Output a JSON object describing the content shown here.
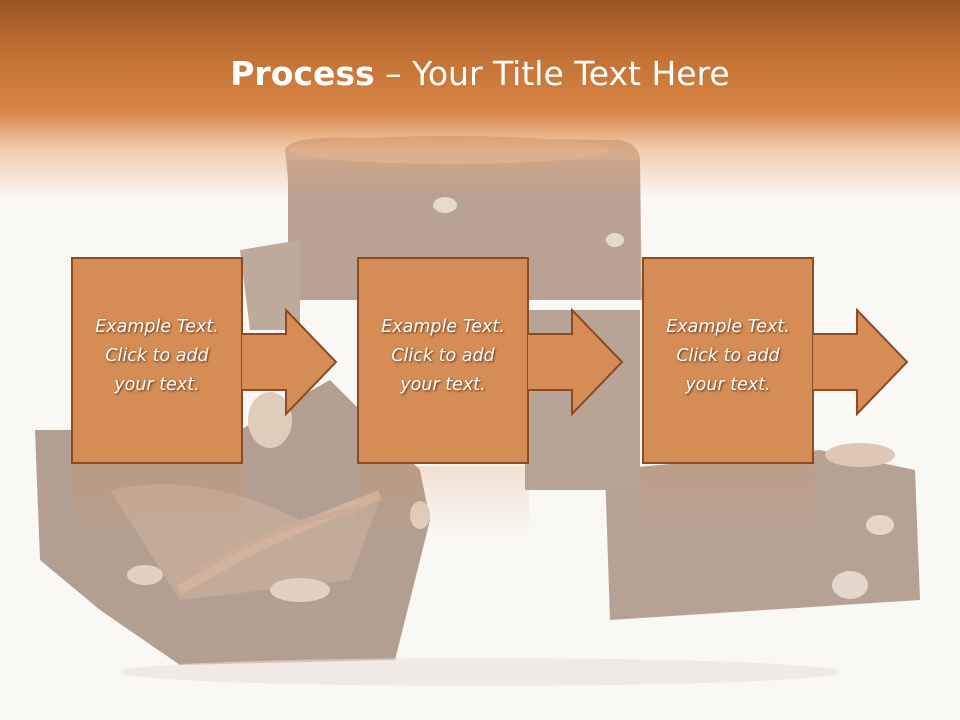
{
  "slide": {
    "title_bold": "Process",
    "title_rest": " – Your Title Text Here"
  },
  "steps": [
    {
      "line1": "Example Text.",
      "line2": "Click  to add",
      "line3": "your text."
    },
    {
      "line1": "Example Text.",
      "line2": "Click  to add",
      "line3": "your text."
    },
    {
      "line1": "Example Text.",
      "line2": "Click  to add",
      "line3": "your text."
    }
  ],
  "colors": {
    "header": "#c9773a",
    "box_fill": "#d58d55",
    "box_border": "#8c4a25",
    "text": "#ffffff"
  },
  "icons": [
    "right-arrow-icon"
  ]
}
